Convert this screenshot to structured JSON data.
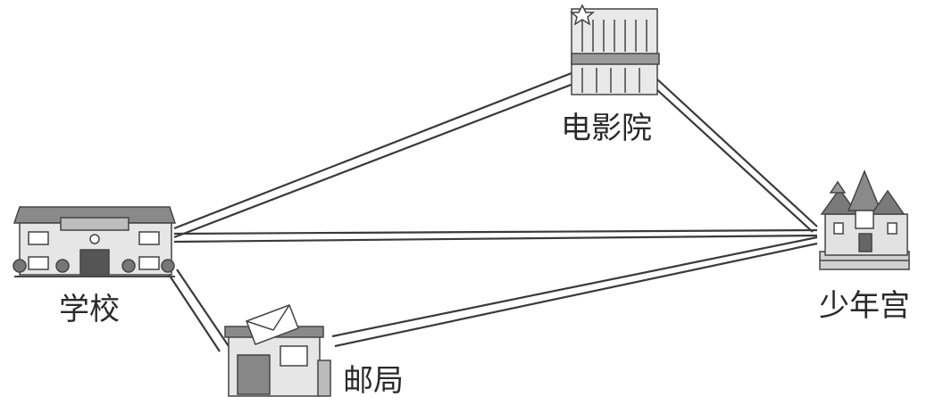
{
  "places": {
    "school": {
      "label": "学校",
      "icon": "school-building-icon"
    },
    "cinema": {
      "label": "电影院",
      "icon": "cinema-building-icon"
    },
    "youth_palace": {
      "label": "少年宫",
      "icon": "castle-building-icon"
    },
    "post_office": {
      "label": "邮局",
      "icon": "post-office-building-icon"
    }
  },
  "routes": [
    {
      "from": "school",
      "to": "cinema"
    },
    {
      "from": "school",
      "to": "youth_palace"
    },
    {
      "from": "cinema",
      "to": "youth_palace"
    },
    {
      "from": "school",
      "to": "post_office"
    },
    {
      "from": "post_office",
      "to": "youth_palace"
    }
  ],
  "colors": {
    "line": "#3a3a3a",
    "building_fill": "#e6e6e6",
    "roof": "#8a8a8a"
  }
}
